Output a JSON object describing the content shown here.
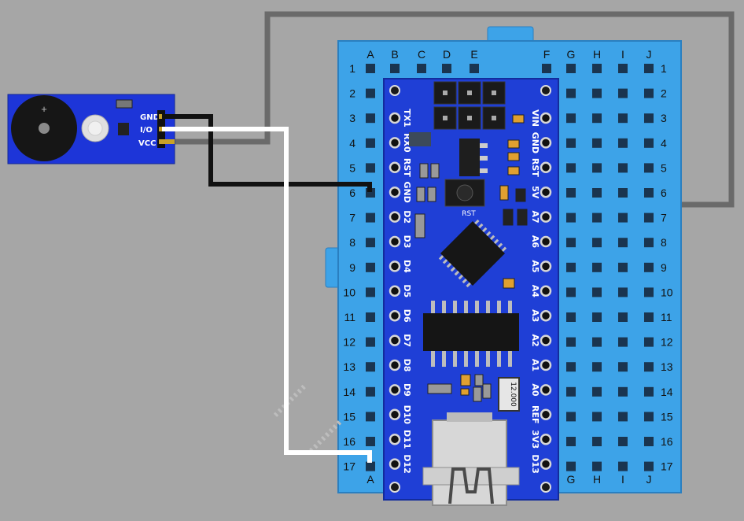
{
  "buzzer_module": {
    "plus_mark": "+",
    "pins": [
      "GND",
      "I/O",
      "VCC"
    ]
  },
  "breadboard": {
    "columns": [
      "A",
      "B",
      "C",
      "D",
      "E",
      "F",
      "G",
      "H",
      "I",
      "J"
    ],
    "rows": [
      "1",
      "2",
      "3",
      "4",
      "5",
      "6",
      "7",
      "8",
      "9",
      "10",
      "11",
      "12",
      "13",
      "14",
      "15",
      "16",
      "17"
    ]
  },
  "nano": {
    "left_pins": [
      "TX1",
      "RX0",
      "RST",
      "GND",
      "D2",
      "D3",
      "D4",
      "D5",
      "D6",
      "D7",
      "D8",
      "D9",
      "D10",
      "D11",
      "D12"
    ],
    "right_pins": [
      "VIN",
      "GND",
      "RST",
      "5V",
      "A7",
      "A6",
      "A5",
      "A4",
      "A3",
      "A2",
      "A1",
      "A0",
      "REF",
      "3V3",
      "D13"
    ],
    "reset_label": "RST",
    "crystal_label": "12.000"
  },
  "colors": {
    "background": "#a6a6a6",
    "breadboard": "#3da3e8",
    "breadboard_hole": "#1a3550",
    "board": "#1f3fd6",
    "module": "#1d35d8",
    "wire_gnd": "#111111",
    "wire_io": "#ffffff",
    "wire_vcc": "#6a6a6a"
  }
}
